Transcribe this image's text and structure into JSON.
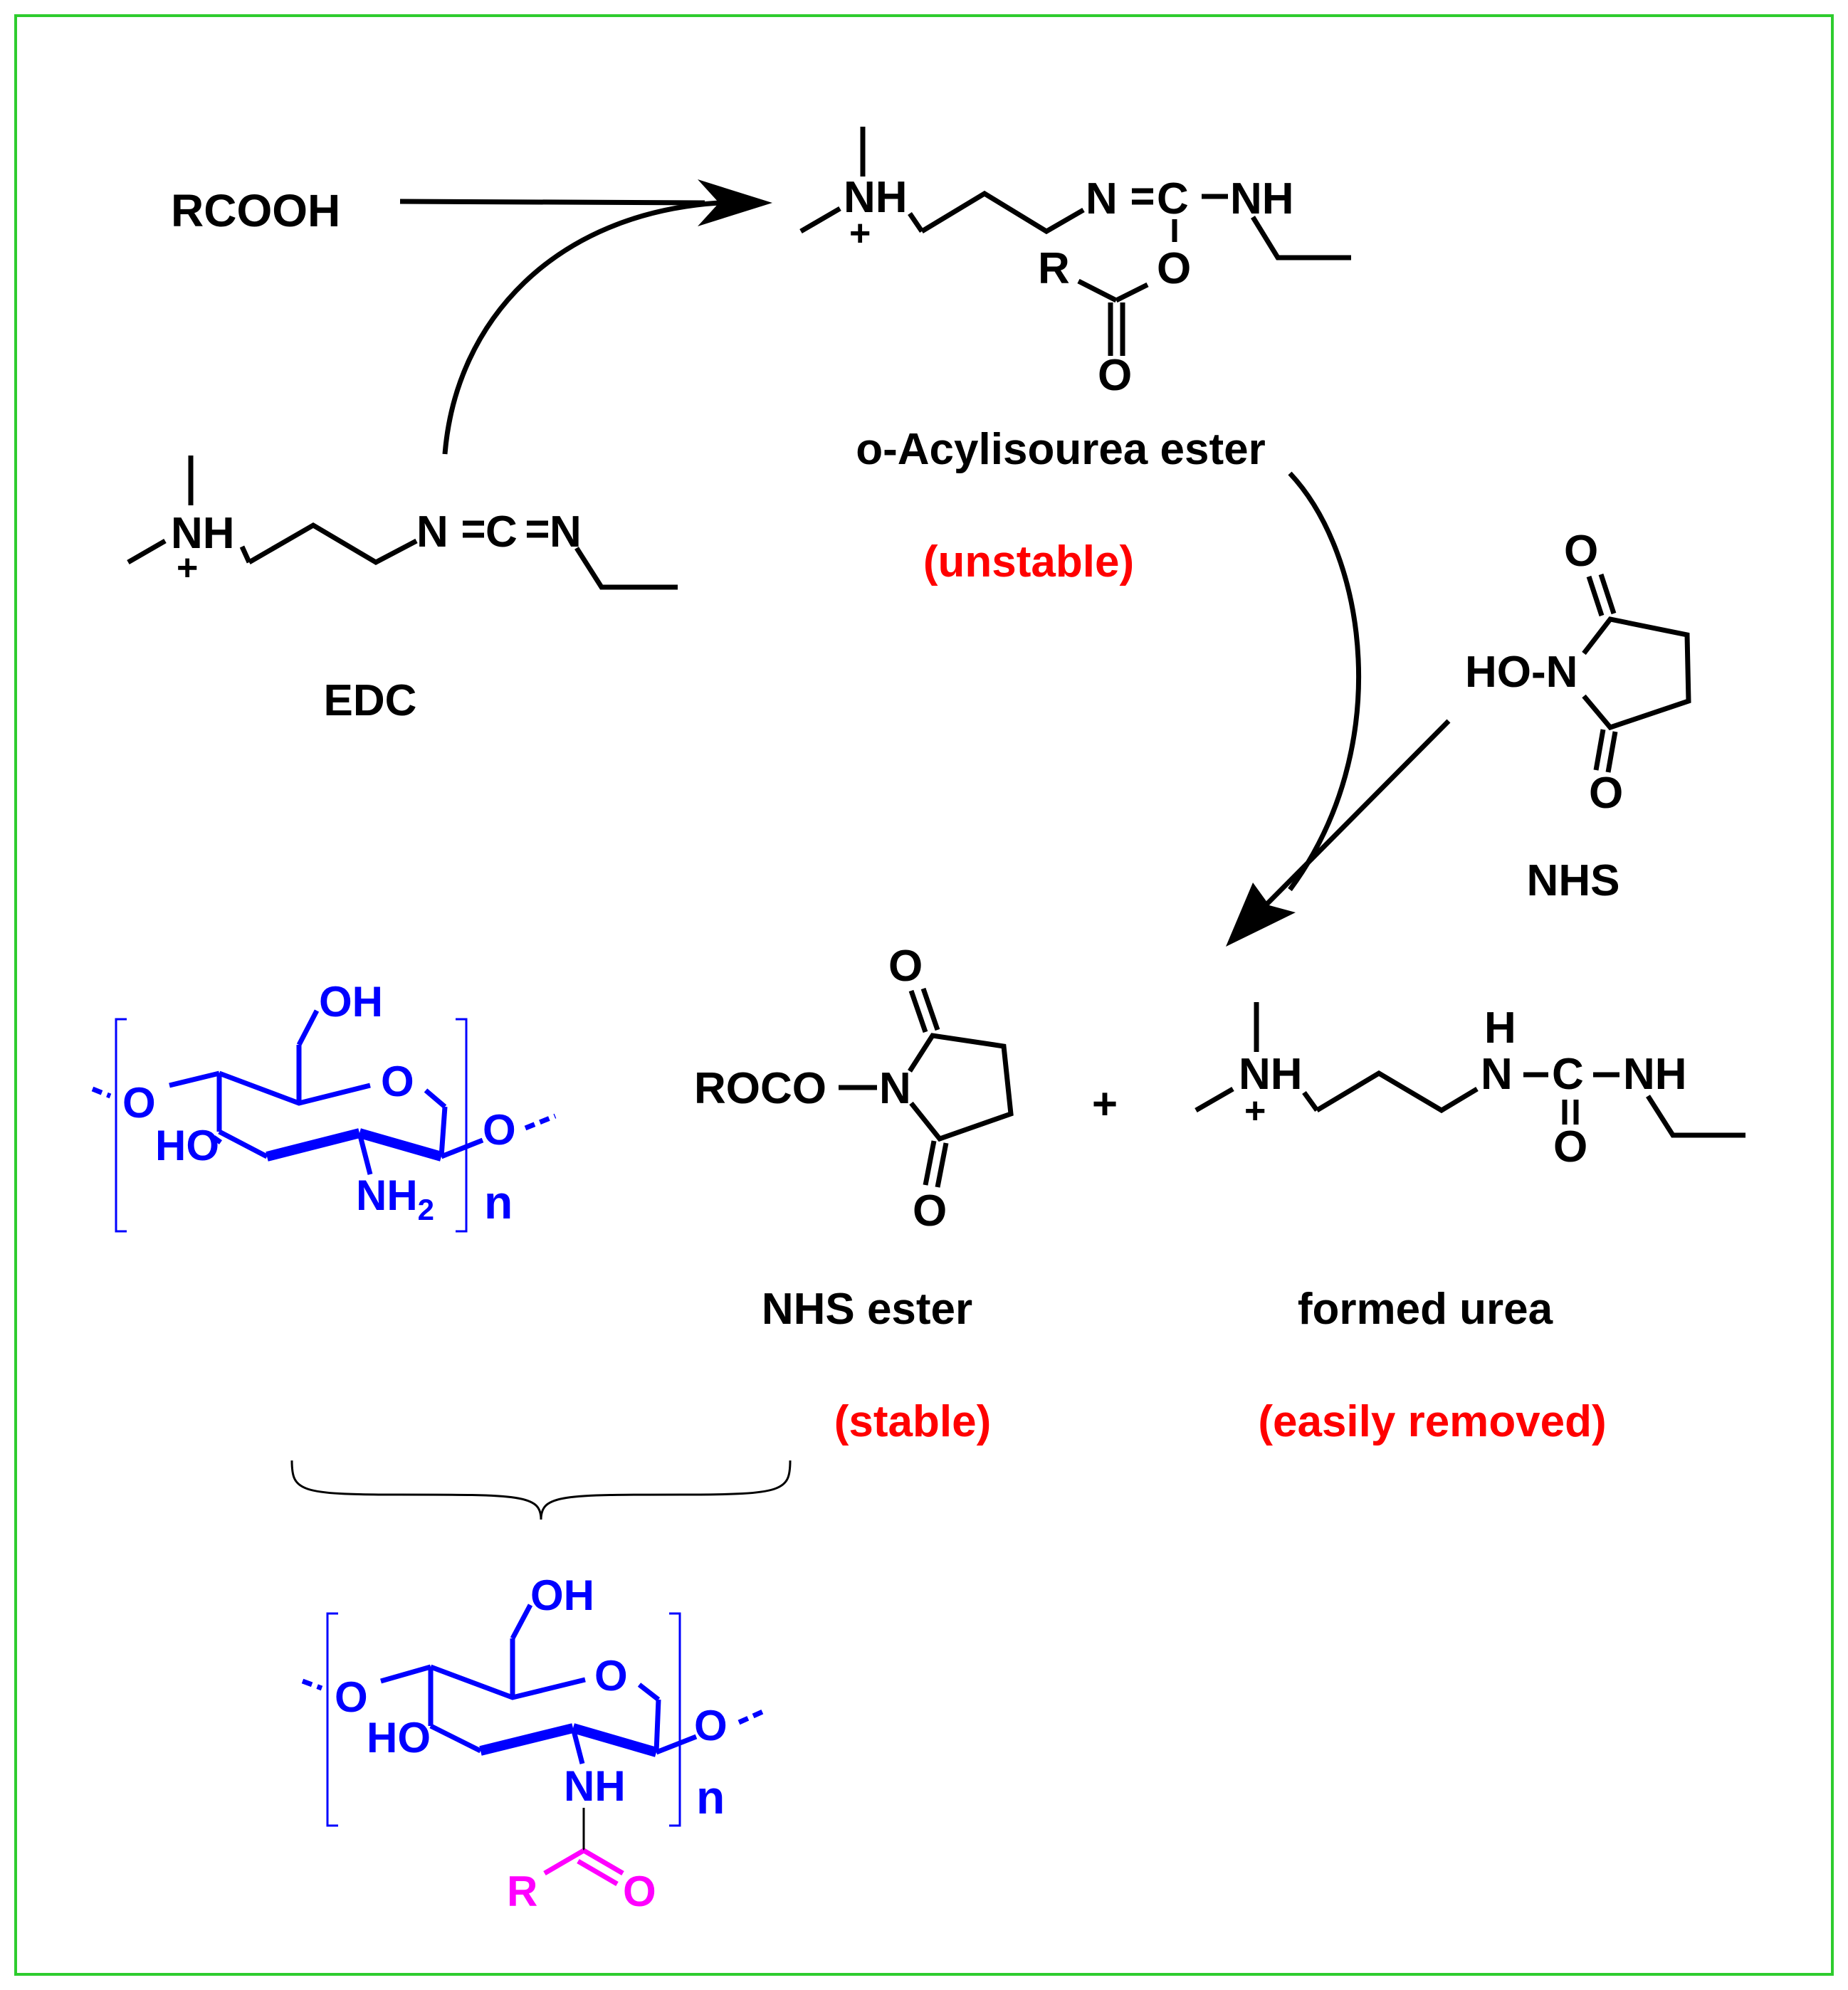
{
  "colors": {
    "frame": "#2ecc2e",
    "black": "#000000",
    "red": "#ff0000",
    "blue": "#0000ff",
    "magenta": "#ff00ff"
  },
  "reagents": {
    "rcooh": "RCOOH"
  },
  "edc": {
    "name": "EDC",
    "nh": "NH",
    "plus": "+",
    "n1": "N",
    "c": "C",
    "n2": "N"
  },
  "acylisourea": {
    "name": "o-Acylisourea ester",
    "note": "(unstable)",
    "nh": "NH",
    "plus": "+",
    "n": "N",
    "c": "C",
    "nh2": "NH",
    "o_ring": "O",
    "r": "R",
    "o_carbonyl": "O"
  },
  "nhs": {
    "name": "NHS",
    "ho_n": "HO-N",
    "o_top": "O",
    "o_bottom": "O"
  },
  "nhs_ester": {
    "name": "NHS ester",
    "note": "(stable)",
    "roco": "ROCO",
    "n": "N",
    "o_top": "O",
    "o_bottom": "O"
  },
  "plus_sign": "+",
  "urea": {
    "name": "formed urea",
    "note": "(easily removed)",
    "nh": "NH",
    "plus": "+",
    "h": "H",
    "n": "N",
    "c": "C",
    "nh2": "NH",
    "o": "O"
  },
  "chitosan": {
    "oh_top": "OH",
    "o_ring": "O",
    "o_left": "O",
    "ho": "HO",
    "o_right": "O",
    "nh2": "NH",
    "nh2_sub": "2",
    "n": "n"
  },
  "product": {
    "oh_top": "OH",
    "o_ring": "O",
    "o_left": "O",
    "ho": "HO",
    "o_right": "O",
    "nh": "NH",
    "n": "n",
    "r": "R",
    "o_carbonyl": "O"
  }
}
